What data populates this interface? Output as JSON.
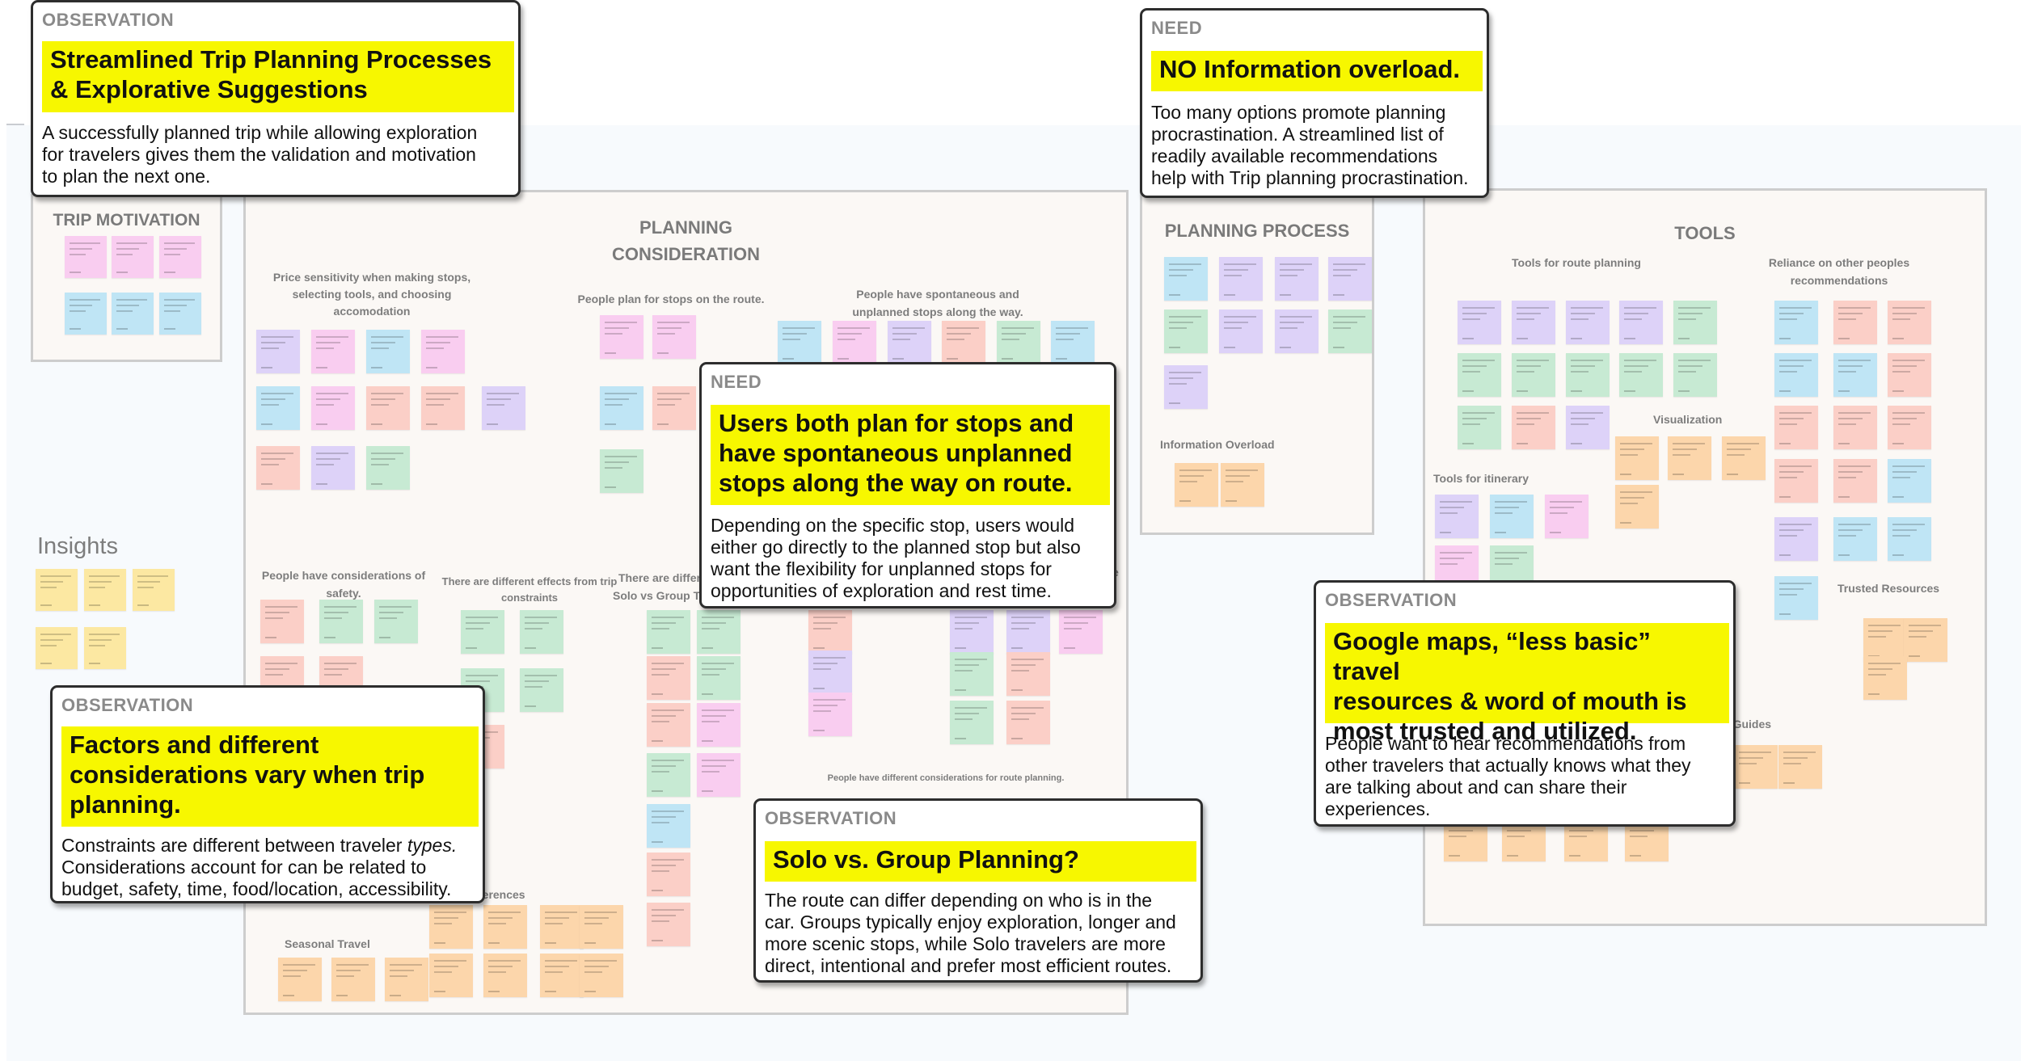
{
  "colors": {
    "pink": "#f9cdf0",
    "blue": "#bfe5f5",
    "green": "#c7ead3",
    "salmon": "#fbcfc7",
    "purple": "#ddd2f8",
    "orange": "#fcd6ab",
    "yellow": "#fce8a2",
    "highlight": "#f7f700"
  },
  "frames": {
    "trip_motivation": "TRIP MOTIVATION",
    "planning_consideration_1": "PLANNING",
    "planning_consideration_2": "CONSIDERATION",
    "planning_process": "PLANNING PROCESS",
    "tools": "TOOLS"
  },
  "labels": {
    "insights": "Insights",
    "price_1": "Price sensitivity when making stops,",
    "price_2": "selecting tools, and choosing",
    "price_3": "accomodation",
    "plan_stops": "People plan for stops on the route.",
    "spontaneous_1": "People have spontaneous and",
    "spontaneous_2": "unplanned stops along the way.",
    "safety_1": "People have considerations of",
    "safety_2": "safety.",
    "effects_1": "There are different effects from trip",
    "effects_2": "constraints",
    "solo_group_1": "There are differ",
    "solo_group_2": "Solo vs Group T",
    "route_planning": "People have different considerations for route planning.",
    "preferences": "ferences",
    "seasonal": "Seasonal Travel",
    "info_overload": "Information Overload",
    "tools_route": "Tools for route planning",
    "reliance_1": "Reliance on other peoples",
    "reliance_2": "recommendations",
    "visualization": "Visualization",
    "tools_itinerary": "Tools for itinerary",
    "trusted": "Trusted Resources",
    "guides": "el Guides",
    "partial_k": "k",
    "partial_e": "e"
  },
  "cards": {
    "streamlined": {
      "kind": "OBSERVATION",
      "headline_1": "Streamlined Trip Planning Processes",
      "headline_2": "& Explorative Suggestions",
      "body_1": "A successfully planned trip while allowing exploration",
      "body_2": "for travelers gives them the validation and motivation",
      "body_3": "to plan the next one."
    },
    "no_overload": {
      "kind": "NEED",
      "headline_1": "NO Information overload.",
      "body_1": "Too many options promote planning",
      "body_2": "procrastination. A streamlined list of",
      "body_3": "readily available recommendations",
      "body_4": "help with Trip planning procrastination."
    },
    "users_plan": {
      "kind": "NEED",
      "headline_1": "Users both plan for stops and",
      "headline_2": "have spontaneous unplanned",
      "headline_3": "stops along the way on route.",
      "body_1": "Depending on the specific stop, users would",
      "body_2": "either go directly to the planned stop but also",
      "body_3": "want the flexibility for unplanned stops for",
      "body_4": "opportunities of exploration and rest time."
    },
    "factors": {
      "kind": "OBSERVATION",
      "headline_1": "Factors and different",
      "headline_2": "considerations vary when trip",
      "headline_3": "planning.",
      "body_1a": "Constraints are different between traveler ",
      "body_1b": "types.",
      "body_2": "Considerations account for can be related to",
      "body_3": "budget, safety, time, food/location, accessibility."
    },
    "solo_group": {
      "kind": "OBSERVATION",
      "headline_1": "Solo vs. Group Planning?",
      "body_1": "The route can differ depending on who is in the",
      "body_2": "car. Groups typically enjoy exploration, longer and",
      "body_3": "more scenic stops, while Solo travelers are more",
      "body_4": "direct, intentional and prefer most efficient routes."
    },
    "google_maps": {
      "kind": "OBSERVATION",
      "headline_1": "Google maps, “less basic” travel",
      "headline_2": "resources & word of mouth is",
      "headline_3": "most trusted and utilized.",
      "body_1": "People want to hear recommendations from",
      "body_2": "other travelers that actually knows what they",
      "body_3": "are talking about and can share their",
      "body_4": "experiences."
    }
  }
}
